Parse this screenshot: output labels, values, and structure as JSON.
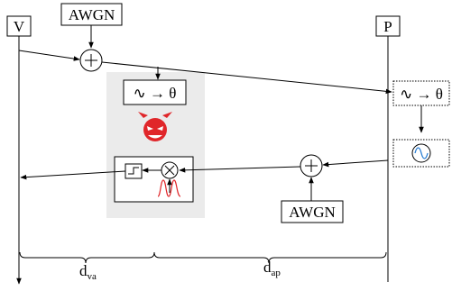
{
  "nodes": {
    "verifier_label": "V",
    "prover_label": "P",
    "awgn_top_label": "AWGN",
    "awgn_bottom_label": "AWGN"
  },
  "blocks": {
    "phase_estimator_mid": "∿ → θ",
    "phase_estimator_right": "∿ → θ"
  },
  "distances": {
    "d_va": {
      "base": "d",
      "sub": "va"
    },
    "d_ap": {
      "base": "d",
      "sub": "ap"
    }
  },
  "colors": {
    "attacker_red": "#e0262a",
    "attacker_bg": "#ebebeb",
    "oscillator_blue": "#2a7fd4",
    "pulse_red": "#e0262a"
  },
  "icons": {
    "attacker": "devil-face-icon",
    "oscillator": "sine-wave-icon",
    "adder": "plus-circle-icon",
    "mixer": "multiply-circle-icon",
    "switch": "step-switch-icon",
    "pulse": "double-peak-pulse-icon"
  }
}
